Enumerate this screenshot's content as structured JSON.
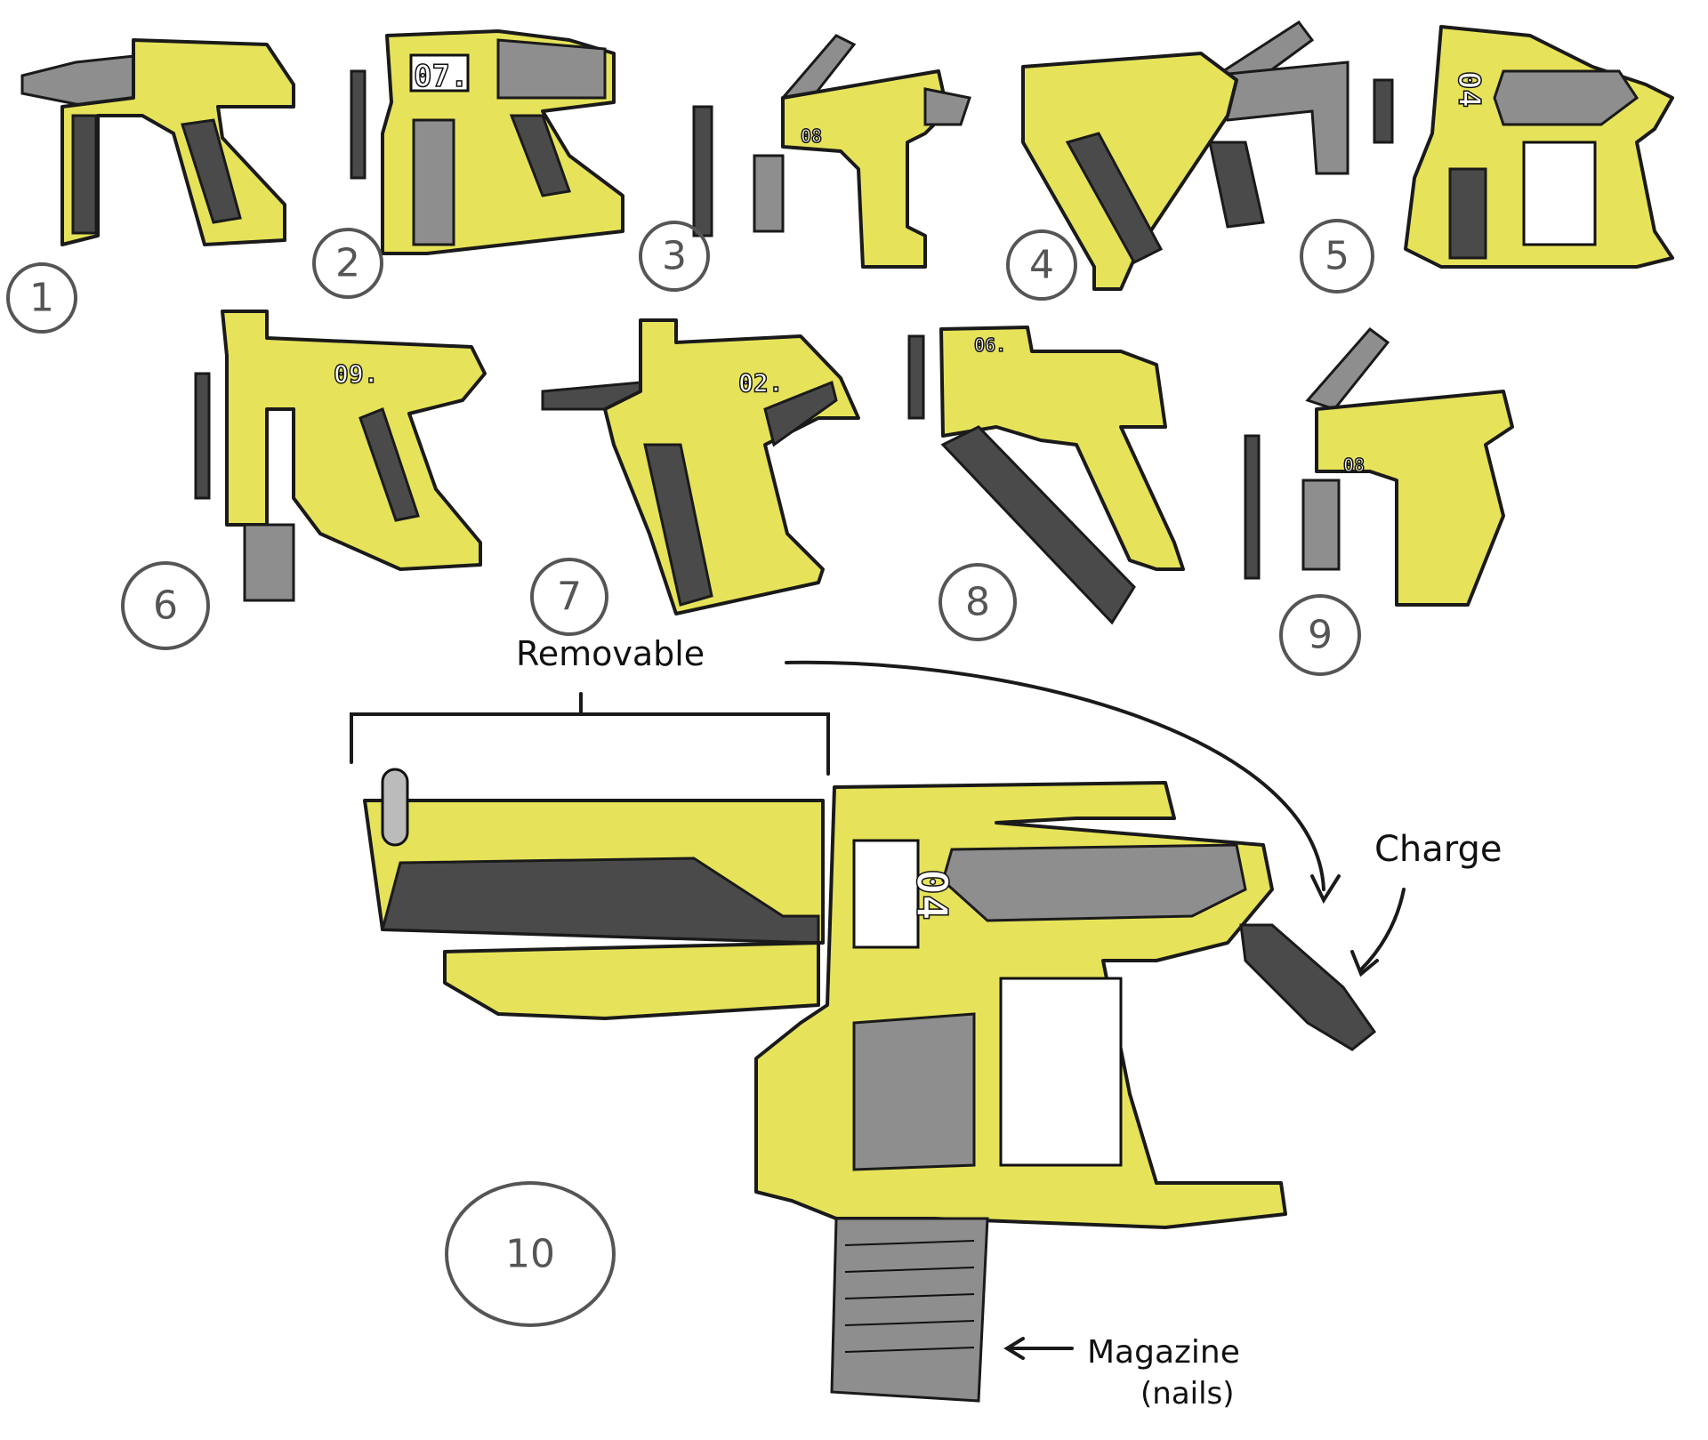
{
  "sketches": [
    {
      "number": "1",
      "label": ""
    },
    {
      "number": "2",
      "label": "07."
    },
    {
      "number": "3",
      "label": "08"
    },
    {
      "number": "4",
      "label": ""
    },
    {
      "number": "5",
      "label": "04"
    },
    {
      "number": "6",
      "label": "09."
    },
    {
      "number": "7",
      "label": "02."
    },
    {
      "number": "8",
      "label": "06."
    },
    {
      "number": "9",
      "label": "08"
    },
    {
      "number": "10",
      "label": "04"
    }
  ],
  "annotations": {
    "removable": "Removable",
    "charge": "Charge",
    "magazine": "Magazine",
    "magazine_sub": "(nails)"
  },
  "colors": {
    "body": "#e6e35a",
    "parts": "#8e8e8e",
    "dark": "#4a4a4a",
    "ink": "#1a1a1a"
  }
}
